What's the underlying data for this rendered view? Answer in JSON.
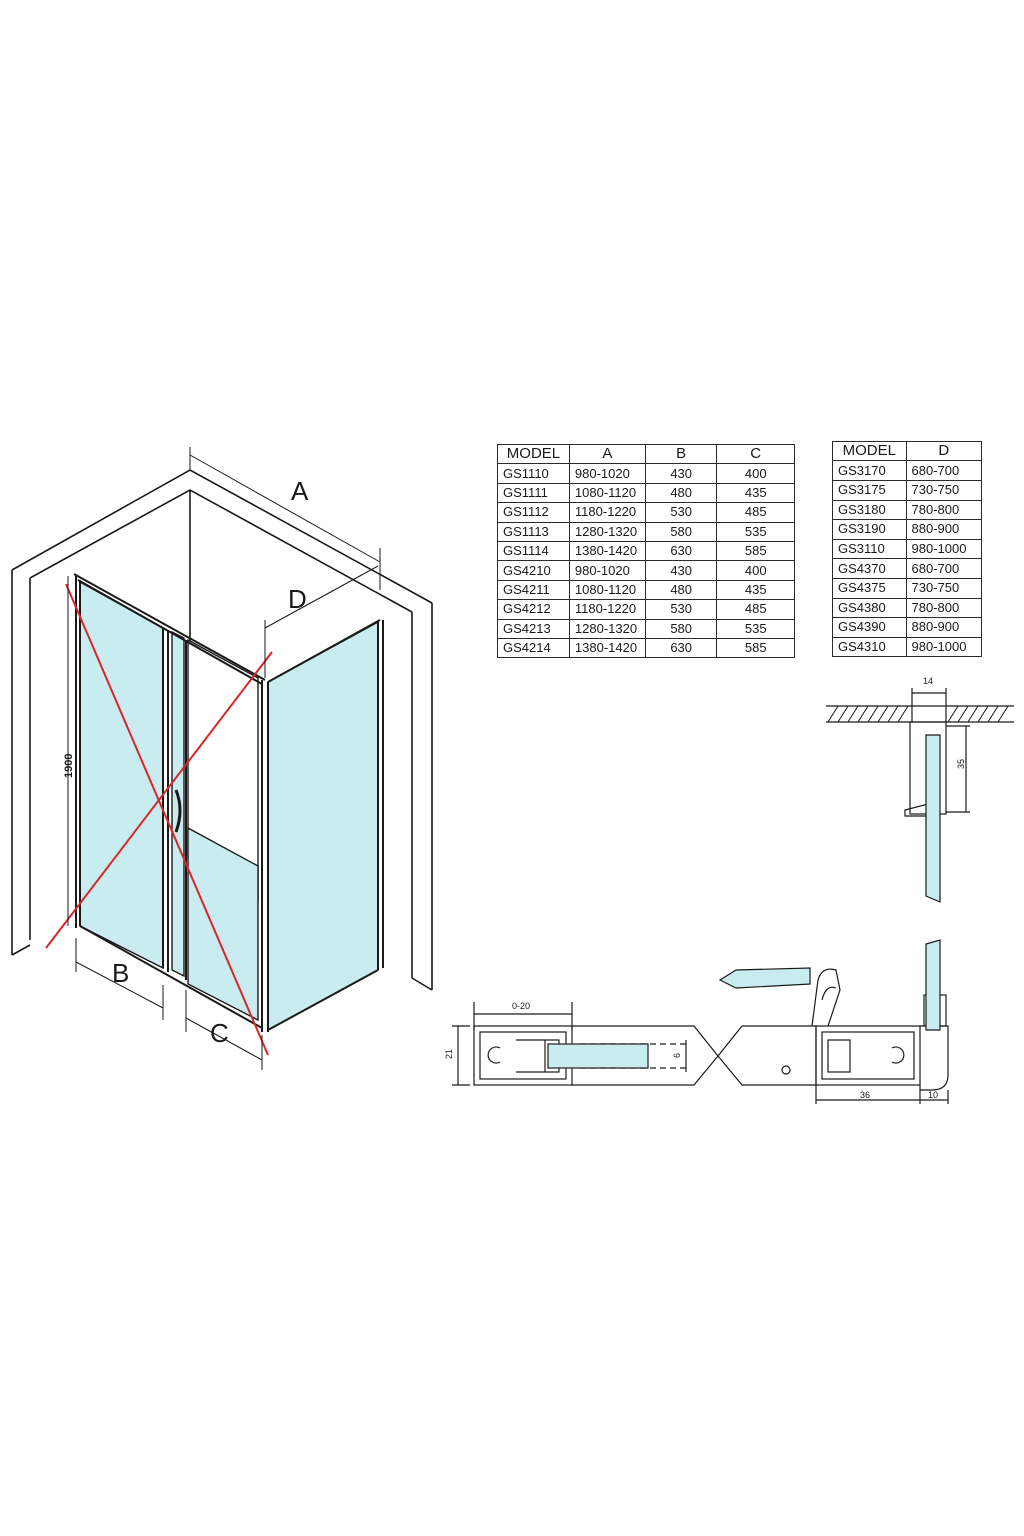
{
  "labels": {
    "A": "A",
    "B": "B",
    "C": "C",
    "D": "D",
    "height": "1900"
  },
  "profile_dims": {
    "top_width": "14",
    "top_height": "35",
    "left_gap": "0-20",
    "left_height": "21",
    "left_glass": "6",
    "right_width": "36",
    "right_end": "10"
  },
  "table_main": {
    "headers": [
      "MODEL",
      "A",
      "B",
      "C"
    ],
    "rows": [
      [
        "GS1110",
        "980-1020",
        "430",
        "400"
      ],
      [
        "GS1111",
        "1080-1120",
        "480",
        "435"
      ],
      [
        "GS1112",
        "1180-1220",
        "530",
        "485"
      ],
      [
        "GS1113",
        "1280-1320",
        "580",
        "535"
      ],
      [
        "GS1114",
        "1380-1420",
        "630",
        "585"
      ],
      [
        "GS4210",
        "980-1020",
        "430",
        "400"
      ],
      [
        "GS4211",
        "1080-1120",
        "480",
        "435"
      ],
      [
        "GS4212",
        "1180-1220",
        "530",
        "485"
      ],
      [
        "GS4213",
        "1280-1320",
        "580",
        "535"
      ],
      [
        "GS4214",
        "1380-1420",
        "630",
        "585"
      ]
    ]
  },
  "table_d": {
    "headers": [
      "MODEL",
      "D"
    ],
    "rows": [
      [
        "GS3170",
        "680-700"
      ],
      [
        "GS3175",
        "730-750"
      ],
      [
        "GS3180",
        "780-800"
      ],
      [
        "GS3190",
        "880-900"
      ],
      [
        "GS3110",
        "980-1000"
      ],
      [
        "GS4370",
        "680-700"
      ],
      [
        "GS4375",
        "730-750"
      ],
      [
        "GS4380",
        "780-800"
      ],
      [
        "GS4390",
        "880-900"
      ],
      [
        "GS4310",
        "980-1000"
      ]
    ]
  },
  "colors": {
    "glass": "#c8ecef",
    "cross": "#d9262a",
    "line": "#1a1a1a"
  }
}
